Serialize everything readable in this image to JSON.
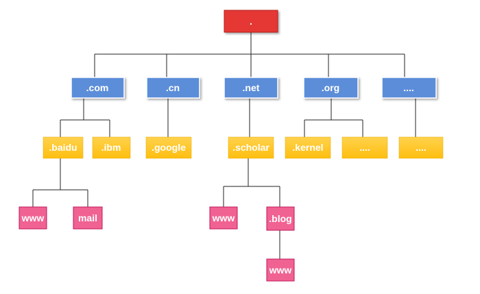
{
  "colors": {
    "root": "#E53935",
    "tld": "#5B8DD9",
    "second": "#FFC21A",
    "host": "#F06292",
    "connector": "#222222"
  },
  "nodes": {
    "root": ".",
    "com": ".com",
    "cn": ".cn",
    "net": ".net",
    "org": ".org",
    "more_tld": "....",
    "baidu": ".baidu",
    "ibm": ".ibm",
    "google": ".google",
    "scholar": ".scholar",
    "kernel": ".kernel",
    "org_more": "....",
    "more_more": "....",
    "baidu_www": "www",
    "baidu_mail": "mail",
    "scholar_www": "www",
    "blog": ".blog",
    "blog_www": "www"
  }
}
